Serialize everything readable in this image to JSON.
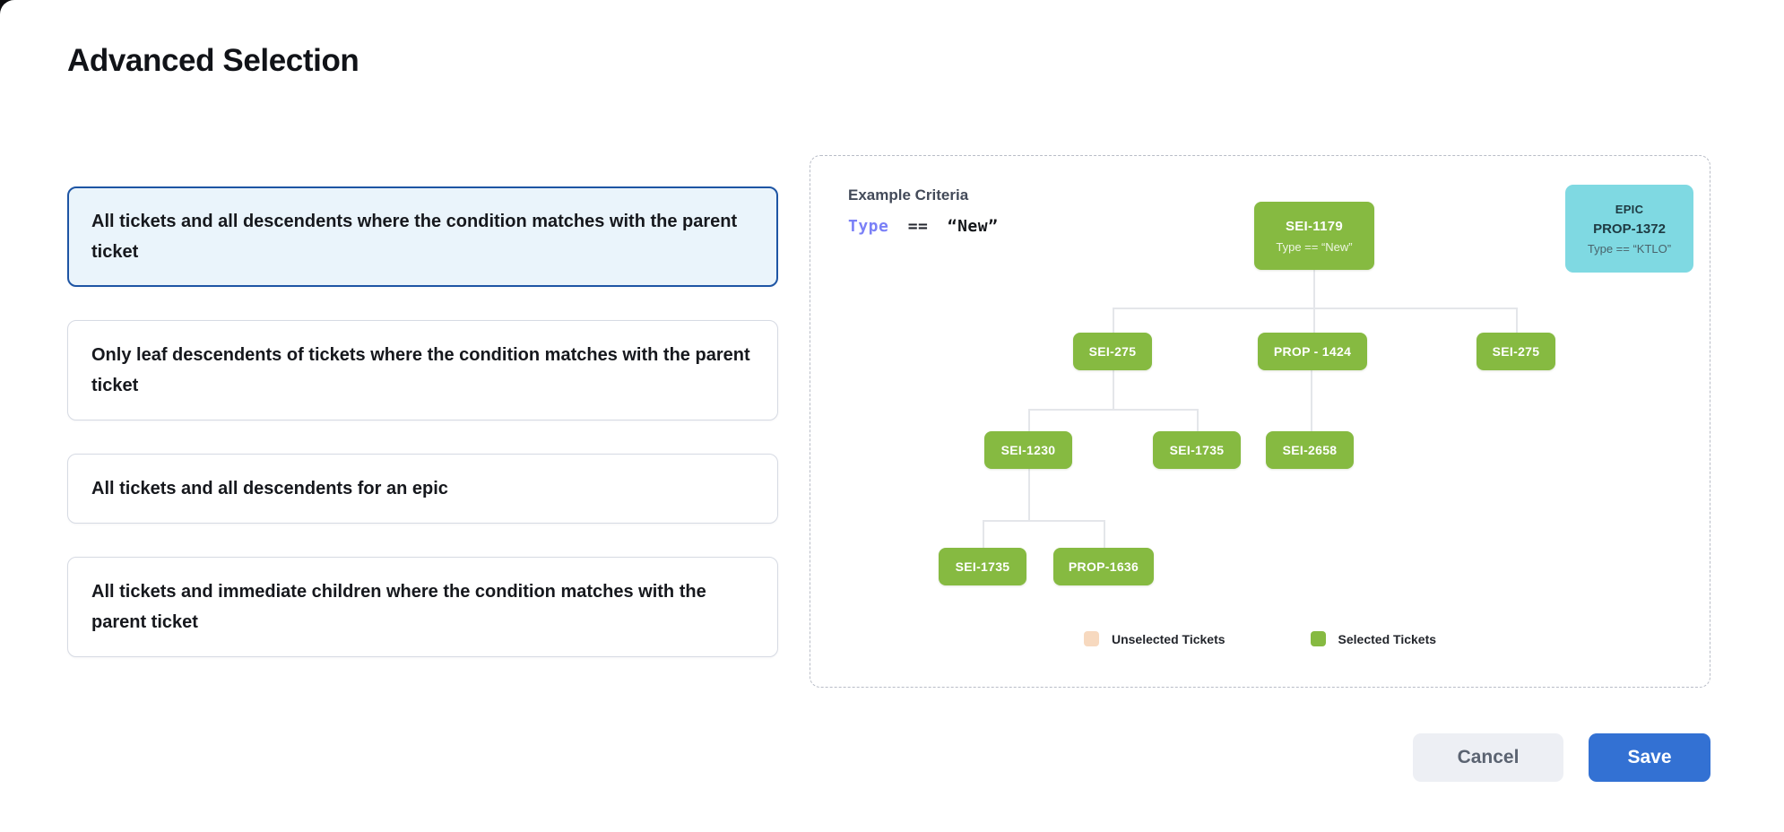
{
  "title": "Advanced Selection",
  "options": [
    {
      "label": "All tickets and all descendents where the condition matches with the parent ticket",
      "selected": true
    },
    {
      "label": "Only leaf descendents of tickets where the condition matches with the parent ticket",
      "selected": false
    },
    {
      "label": "All tickets and all descendents for an epic",
      "selected": false
    },
    {
      "label": "All tickets and immediate children where the condition matches with the parent ticket",
      "selected": false
    }
  ],
  "diagram": {
    "example_criteria_label": "Example Criteria",
    "criteria": {
      "field": "Type",
      "operator": "==",
      "value": "“New”"
    },
    "epic_card": {
      "type_label": "EPIC",
      "id": "PROP-1372",
      "criteria": "Type == “KTLO”"
    },
    "nodes": [
      {
        "id": "SEI-1179",
        "criteria": "Type == “New”"
      },
      {
        "id": "SEI-275"
      },
      {
        "id": "PROP - 1424"
      },
      {
        "id": "SEI-275"
      },
      {
        "id": "SEI-1230"
      },
      {
        "id": "SEI-1735"
      },
      {
        "id": "SEI-2658"
      },
      {
        "id": "SEI-1735"
      },
      {
        "id": "PROP-1636"
      }
    ],
    "legend": [
      {
        "label": "Unselected Tickets",
        "color": "#f7d9bf"
      },
      {
        "label": "Selected Tickets",
        "color": "#86ba41"
      }
    ]
  },
  "footer": {
    "cancel_label": "Cancel",
    "save_label": "Save"
  },
  "colors": {
    "selected_card_border": "#1e55a4",
    "selected_card_bg": "#eaf4fb",
    "node_green": "#86ba41",
    "epic_cyan": "#7fd9e2",
    "unselected_peach": "#f7d9bf",
    "save_blue": "#3371d3",
    "criteria_field_indigo": "#7a80f7"
  }
}
